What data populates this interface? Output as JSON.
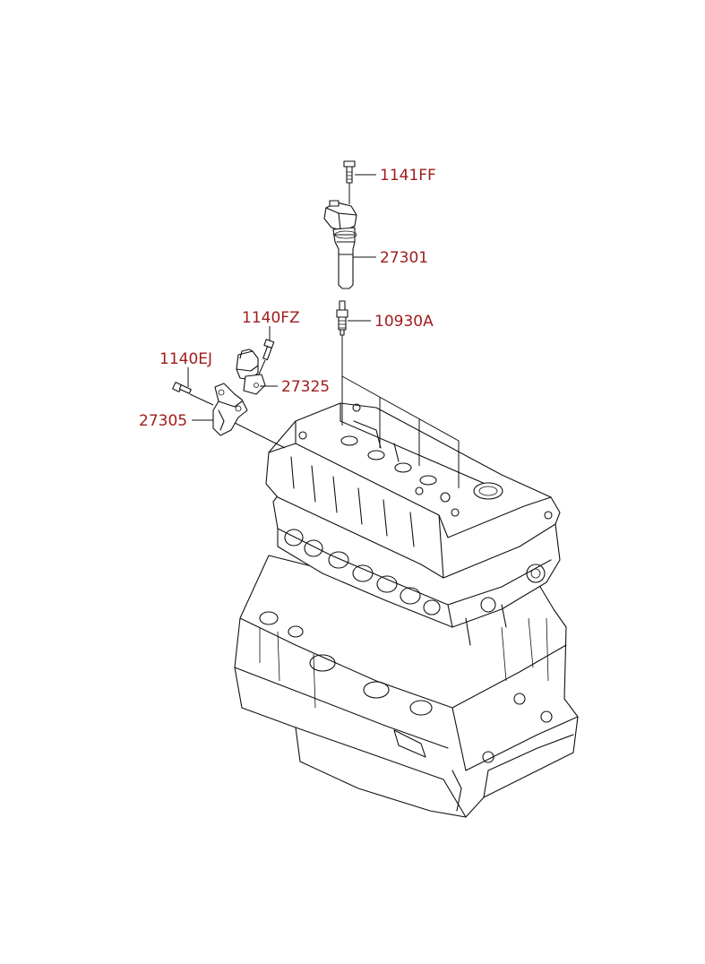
{
  "diagram": {
    "labels": {
      "bolt_coil": "1141FF",
      "ignition_coil": "27301",
      "spark_plug": "10930A",
      "bolt_sensor": "1140FZ",
      "bolt_bracket": "1140EJ",
      "sensor": "27325",
      "bracket": "27305"
    },
    "colors": {
      "label": "#a01c1c",
      "line": "#111111",
      "background": "#ffffff"
    }
  }
}
